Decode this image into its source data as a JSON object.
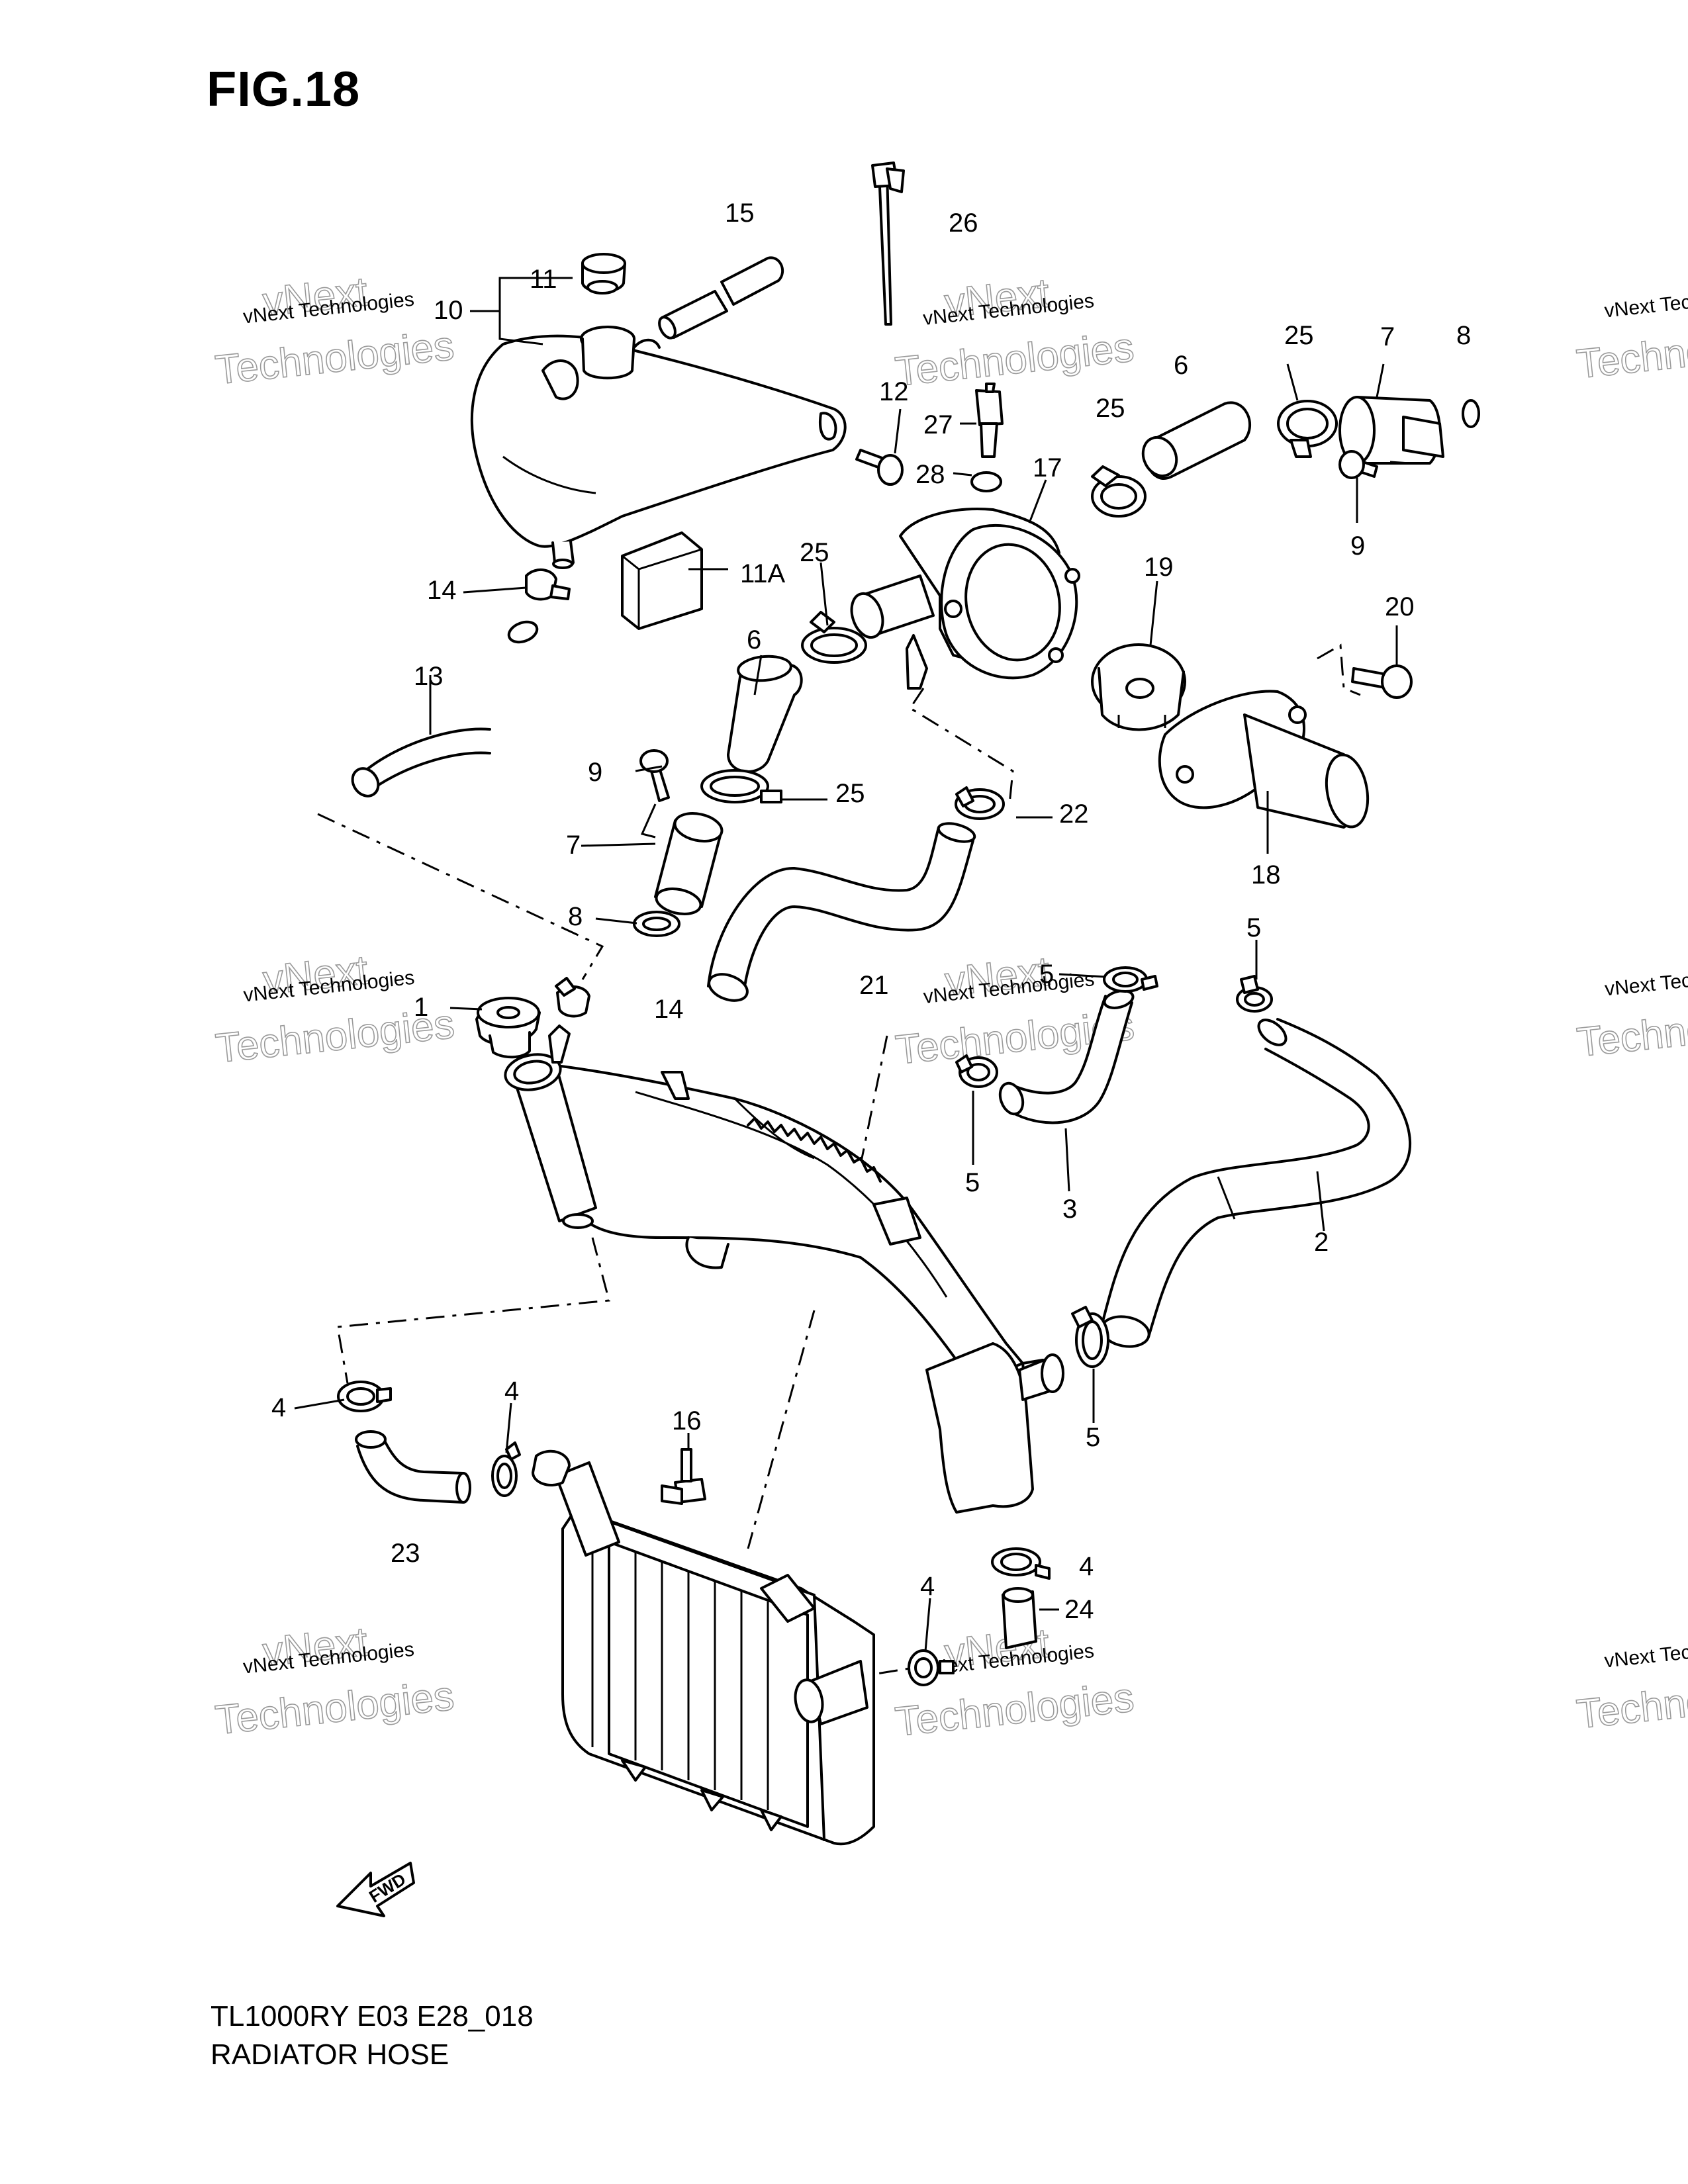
{
  "figure": {
    "title": "FIG.18",
    "model_code": "TL1000RY E03 E28_018",
    "section_name": "RADIATOR HOSE"
  },
  "watermark": {
    "line1": "vNext Technologies",
    "line2": "Technologies",
    "line3": "vNext"
  },
  "orientation_marker": {
    "label": "FWD"
  },
  "callouts": {
    "c1": "1",
    "c2": "2",
    "c3": "3",
    "c4a": "4",
    "c4b": "4",
    "c4c": "4",
    "c4d": "4",
    "c5a": "5",
    "c5b": "5",
    "c5c": "5",
    "c5d": "5",
    "c6a": "6",
    "c6b": "6",
    "c7a": "7",
    "c7b": "7",
    "c8a": "8",
    "c8b": "8",
    "c9a": "9",
    "c9b": "9",
    "c10": "10",
    "c11": "11",
    "c11a": "11A",
    "c12": "12",
    "c13": "13",
    "c14a": "14",
    "c14b": "14",
    "c15": "15",
    "c16": "16",
    "c17": "17",
    "c18": "18",
    "c19": "19",
    "c20": "20",
    "c21": "21",
    "c22": "22",
    "c23": "23",
    "c24": "24",
    "c25a": "25",
    "c25b": "25",
    "c25c": "25",
    "c25d": "25",
    "c26": "26",
    "c27": "27",
    "c28": "28"
  }
}
